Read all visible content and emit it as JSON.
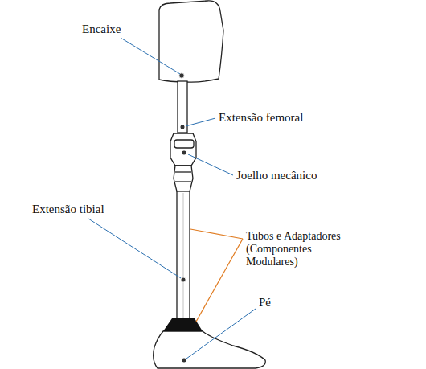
{
  "diagram": {
    "labels": [
      "Encaixe",
      "Extensão femoral",
      "Joelho mecânico",
      "Extensão tibial",
      "Tubos e Adaptadores (Componentes Modulares)",
      "Pé"
    ]
  }
}
